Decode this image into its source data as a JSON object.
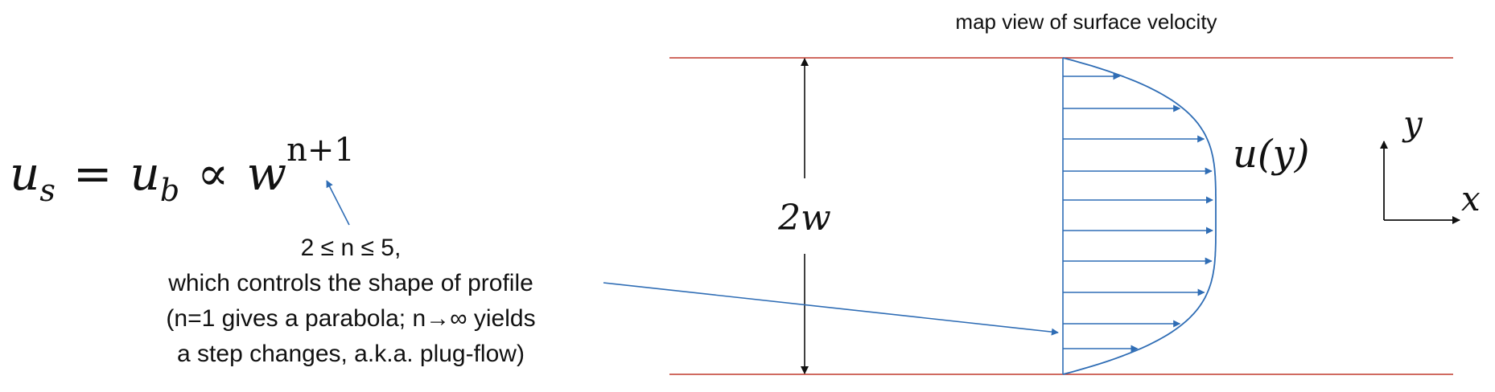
{
  "diagram": {
    "title": "map view of surface velocity",
    "equation": {
      "lhs": "u",
      "lhs_sub": "s",
      "eq": "=",
      "mid": "u",
      "mid_sub": "b",
      "prop": "∝",
      "base": "w",
      "exponent": "n+1"
    },
    "annotation_lines": [
      "2 ≤ n ≤ 5,",
      "which controls the shape of profile",
      "(n=1 gives a parabola; n→∞ yields",
      "a step changes, a.k.a. plug-flow)"
    ],
    "width_label": "2w",
    "profile_label": "u(y)",
    "axes": {
      "x_label": "x",
      "y_label": "y"
    },
    "colors": {
      "boundary": "#c0392b",
      "profile": "#2f6db5",
      "text": "#111111",
      "dimension": "#111111"
    }
  }
}
